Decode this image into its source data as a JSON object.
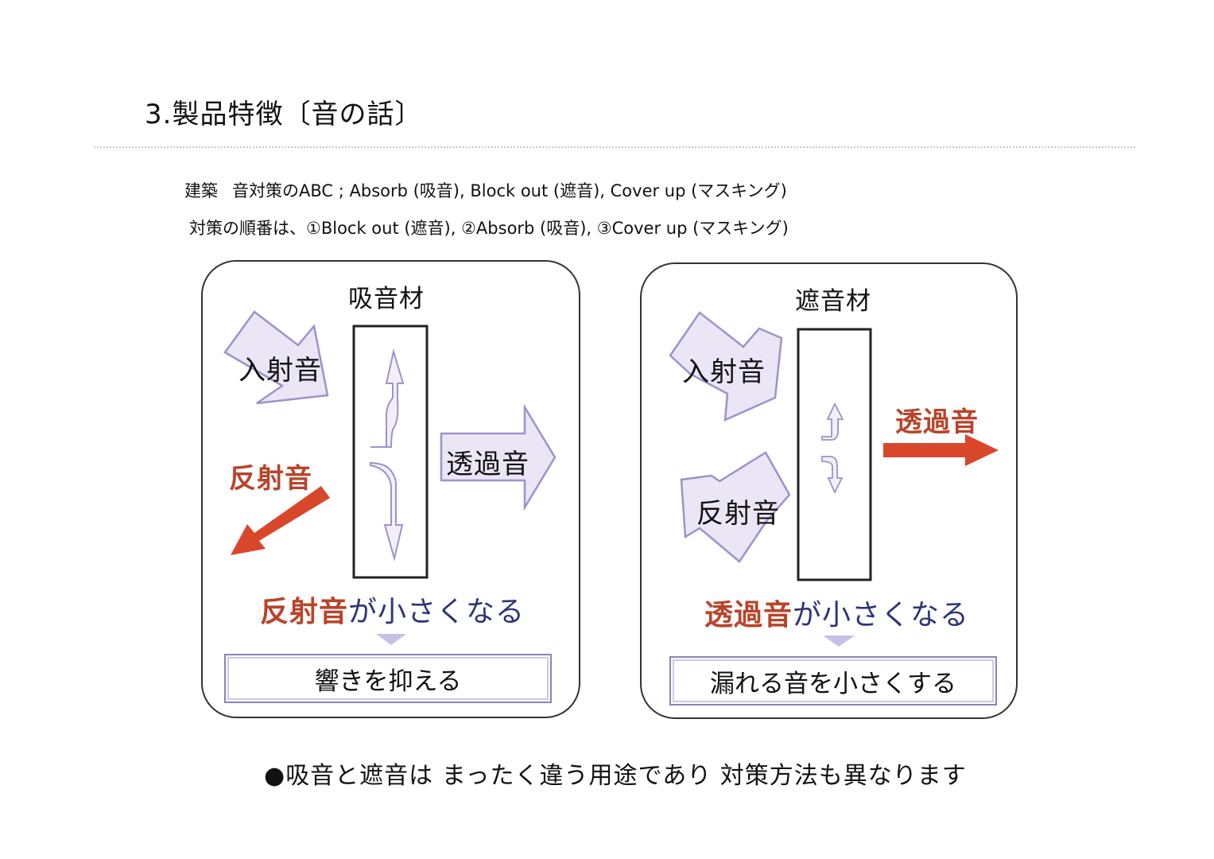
{
  "header": {
    "title": "3.製品特徴〔音の話〕"
  },
  "intro": {
    "line1_prefix": "建築",
    "line1_text": "音対策のABC ; Absorb (吸音), Block out (遮音), Cover up (マスキング)",
    "line2_text": "対策の順番は、①Block out (遮音),  ②Absorb (吸音),  ③Cover up (マスキング)"
  },
  "diagrams": [
    {
      "heading": "吸音材",
      "incident_label": "入射音",
      "reflected_label": "反射音",
      "transmitted_label": "透過音",
      "summary_highlight": "反射音",
      "summary_rest": "が小さくなる",
      "result": "響きを抑える"
    },
    {
      "heading": "遮音材",
      "incident_label": "入射音",
      "reflected_label": "反射音",
      "transmitted_label": "透過音",
      "summary_highlight": "透過音",
      "summary_rest": "が小さくなる",
      "result": "漏れる音を小さくする"
    }
  ],
  "footer": {
    "bullet": "●",
    "text": "吸音と遮音は まったく違う用途であり 対策方法も異なります"
  },
  "colors": {
    "accent_red": "#d9472b",
    "label_red": "#b9442a",
    "navy_text": "#2f3476",
    "arrow_fill": "#eae6f6",
    "arrow_stroke": "#9d93c8"
  }
}
